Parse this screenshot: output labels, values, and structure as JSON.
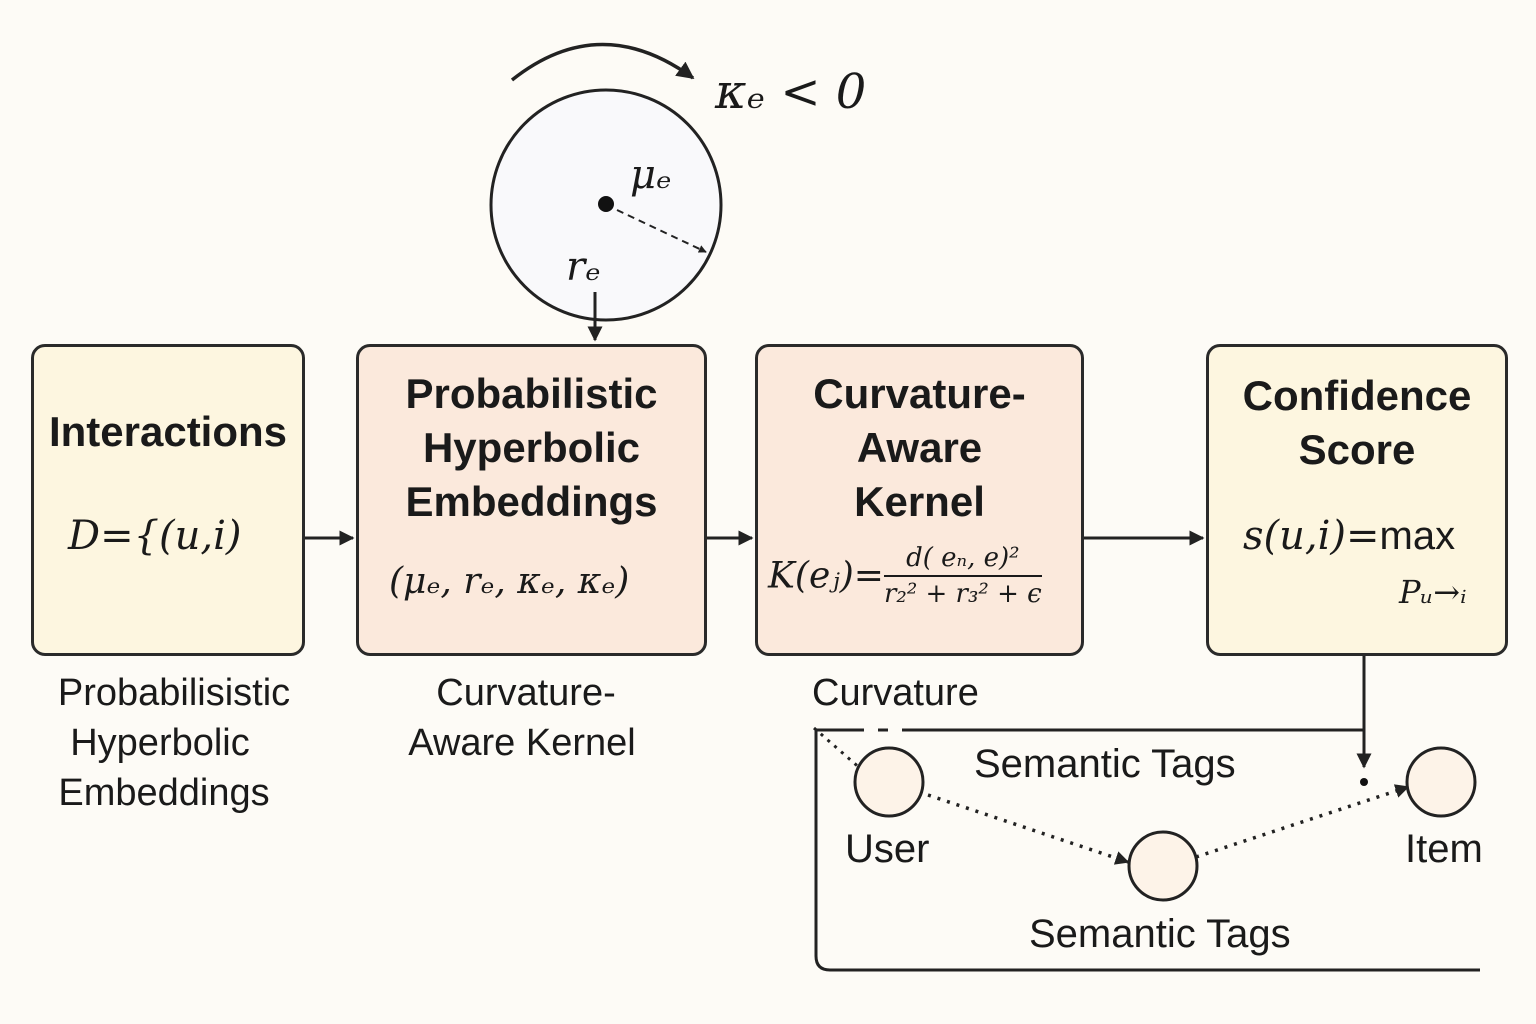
{
  "curvature_top": {
    "formula": "κₑ < 0",
    "mean_label": "μₑ",
    "radius_label": "rₑ"
  },
  "boxes": {
    "interactions": {
      "title": "Interactions",
      "formula": "D={(u,i)"
    },
    "embeddings": {
      "title_lines": [
        "Probabilistic",
        "Hyperbolic",
        "Embeddings"
      ],
      "formula": "(μₑ, rₑ, κₑ, κₑ)"
    },
    "kernel": {
      "title_lines": [
        "Curvature-",
        "Aware",
        "Kernel"
      ],
      "formula_lhs": "K(eⱼ)=",
      "formula_num": "d( eₙ, e)²",
      "formula_den": "r₂² + r₃² + ϵ"
    },
    "confidence": {
      "title_lines": [
        "Confidence",
        "Score"
      ],
      "formula_lhs": "s(u,i)=",
      "formula_max": "max",
      "formula_sub": "Pᵤ→ᵢ"
    }
  },
  "captions": {
    "under_interactions": [
      "Probabilisistic",
      "Hyperbolic",
      "Embeddings"
    ],
    "under_embeddings": [
      "Curvature-",
      "Aware Kernel"
    ],
    "under_kernel": "Curvature"
  },
  "graph": {
    "top_label": "Semantic Tags",
    "bottom_label": "Semantic Tags",
    "user_label": "User",
    "item_label": "Item"
  },
  "colors": {
    "box_cream": "#fdf6e0",
    "box_peach": "#fbe9dc",
    "stroke": "#2a2a2a",
    "node_fill": "#fdf3e8"
  }
}
